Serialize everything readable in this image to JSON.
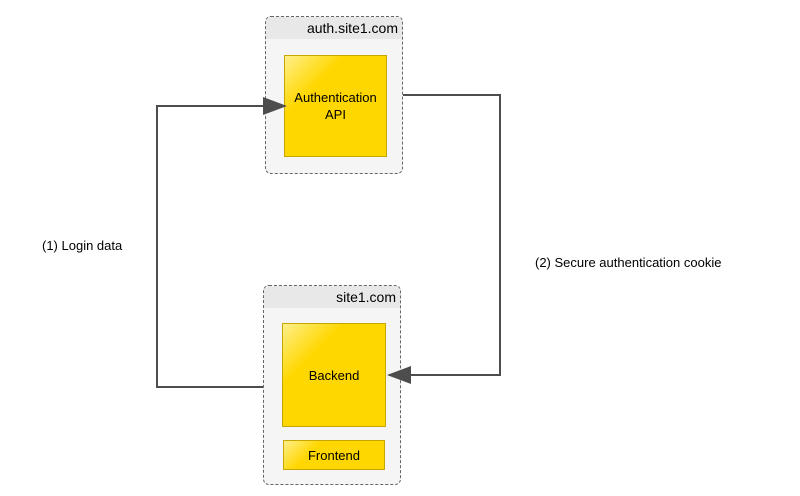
{
  "diagram": {
    "type": "flow-diagram",
    "containers": [
      {
        "title": "auth.site1.com",
        "nodes": [
          {
            "label": "Authentication API"
          }
        ]
      },
      {
        "title": "site1.com",
        "nodes": [
          {
            "label": "Backend"
          },
          {
            "label": "Frontend"
          }
        ]
      }
    ],
    "edges": [
      {
        "label": "(1) Login data",
        "from": "site1.com Backend",
        "to": "Authentication API",
        "arrowhead": "end"
      },
      {
        "label": "(2) Secure authentication cookie",
        "from": "Authentication API",
        "to": "site1.com Backend",
        "arrowhead": "end"
      }
    ],
    "colors": {
      "node_fill": "#FFD700",
      "node_border": "#C8A600",
      "container_fill": "#F5F5F5",
      "container_header": "#E8E8E8",
      "container_border": "#666666",
      "edge": "#4D4D4D",
      "text": "#000000",
      "background": "#FFFFFF"
    }
  }
}
